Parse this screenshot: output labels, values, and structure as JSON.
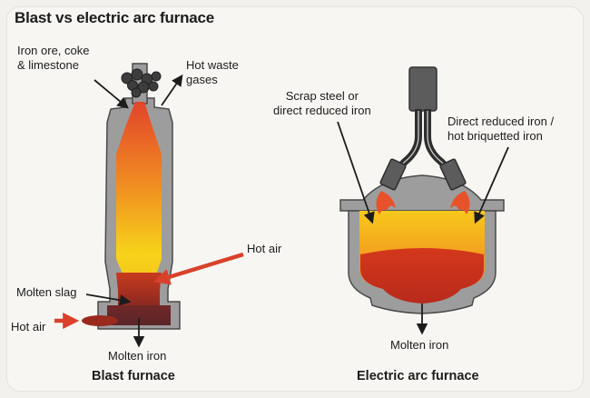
{
  "title": "Blast vs electric arc furnace",
  "blast_furnace": {
    "caption": "Blast furnace",
    "labels": {
      "inputs": "Iron ore, coke\n& limestone",
      "waste_gases": "Hot waste\ngases",
      "hot_air_right": "Hot air",
      "molten_slag": "Molten slag",
      "hot_air_left": "Hot air",
      "molten_iron": "Molten iron"
    }
  },
  "electric_arc_furnace": {
    "caption": "Electric arc furnace",
    "labels": {
      "scrap_input": "Scrap steel or\ndirect reduced iron",
      "dri_input": "Direct reduced iron /\nhot briquetted iron",
      "molten_iron": "Molten iron"
    }
  },
  "colors": {
    "shell": "#9a9a9a",
    "shell_edge": "#4d4d4d",
    "flame_top": "#e8522a",
    "flame_bottom": "#f6d21a",
    "molten": "#c8321e",
    "arrow_red": "#d9412a",
    "electrode": "#5a5a5a"
  }
}
